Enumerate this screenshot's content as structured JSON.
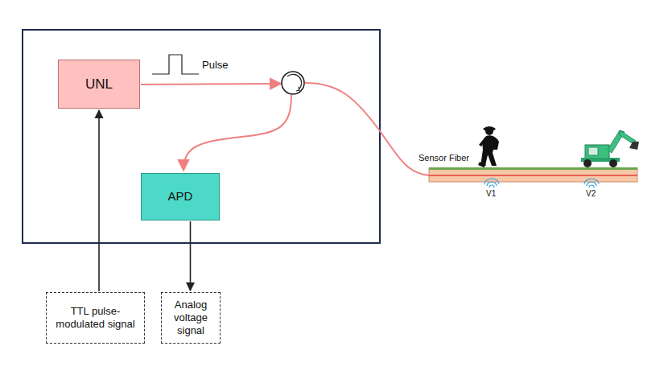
{
  "diagram": {
    "nodes": [
      {
        "text": [
          "UNL"
        ]
      },
      {
        "text": [
          "APD"
        ]
      },
      {
        "text": [
          "TTL pulse-modulated signal"
        ]
      },
      {
        "text": [
          "Analog voltage signal"
        ]
      }
    ],
    "edges": [
      {
        "from": 2,
        "to": 0,
        "arrow": "to"
      },
      {
        "from": 1,
        "to": 3,
        "arrow": "to"
      }
    ],
    "labels": [
      "Pulse",
      "Sensor Fiber",
      "V1",
      "V2"
    ]
  }
}
